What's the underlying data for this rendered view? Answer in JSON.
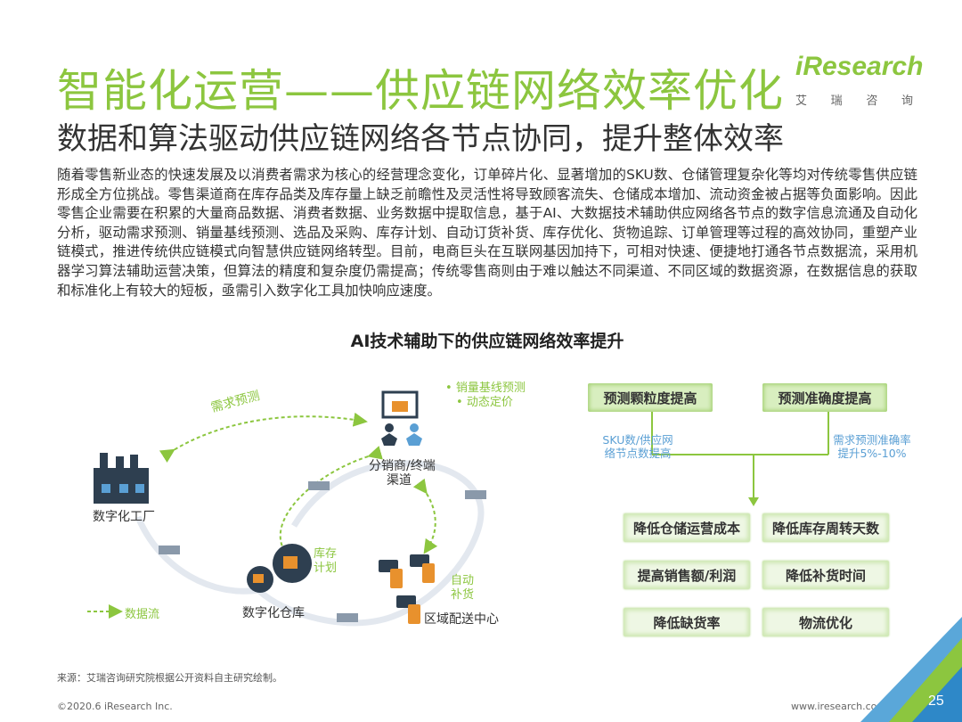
{
  "header": {
    "title": "智能化运营——供应链网络效率优化",
    "subtitle": "数据和算法驱动供应链网络各节点协同，提升整体效率",
    "logo_brand": "iResearch",
    "logo_cn": [
      "艾",
      "瑞",
      "咨",
      "询"
    ]
  },
  "body": {
    "paragraph": "随着零售新业态的快速发展及以消费者需求为核心的经营理念变化，订单碎片化、显著增加的SKU数、仓储管理复杂化等均对传统零售供应链形成全方位挑战。零售渠道商在库存品类及库存量上缺乏前瞻性及灵活性将导致顾客流失、仓储成本增加、流动资金被占据等负面影响。因此零售企业需要在积累的大量商品数据、消费者数据、业务数据中提取信息，基于AI、大数据技术辅助供应网络各节点的数字信息流通及自动化分析，驱动需求预测、销量基线预测、选品及采购、库存计划、自动订货补货、库存优化、货物追踪、订单管理等过程的高效协同，重塑产业链模式，推进传统供应链模式向智慧供应链网络转型。目前，电商巨头在互联网基因加持下，可相对快速、便捷地打通各节点数据流，采用机器学习算法辅助运营决策，但算法的精度和复杂度仍需提高；传统零售商则由于难以触达不同渠道、不同区域的数据资源，在数据信息的获取和标准化上有较大的短板，亟需引入数字化工具加快响应速度。"
  },
  "diagram": {
    "title": "AI技术辅助下的供应链网络效率提升",
    "nodes": {
      "factory": "数字化工厂",
      "warehouse": "数字化仓库",
      "distributor_line1": "分销商/终端",
      "distributor_line2": "渠道",
      "dc": "区域配送中心"
    },
    "flow_labels": {
      "demand": "需求预测",
      "inventory_plan_1": "库存",
      "inventory_plan_2": "计划",
      "auto_replenish_1": "自动",
      "auto_replenish_2": "补货",
      "baseline": "销量基线预测",
      "pricing": "动态定价",
      "legend": "数据流"
    },
    "right": {
      "top_boxes": [
        "预测颗粒度提高",
        "预测准确度提高"
      ],
      "notes": [
        [
          "SKU数/供应网",
          "络节点数提高"
        ],
        [
          "需求预测准确率",
          "提升5%-10%"
        ]
      ],
      "results": [
        "降低仓储运营成本",
        "降低库存周转天数",
        "提高销售额/利润",
        "降低补货时间",
        "降低缺货率",
        "物流优化"
      ]
    },
    "colors": {
      "green": "#8cc63f",
      "blue": "#5a9fd4",
      "dark": "#2e3f50",
      "orange": "#e8912d"
    }
  },
  "footer": {
    "source": "来源：艾瑞咨询研究院根据公开资料自主研究绘制。",
    "copyright": "©2020.6 iResearch Inc.",
    "url": "www.iresearch.com.cn",
    "page": "25"
  }
}
